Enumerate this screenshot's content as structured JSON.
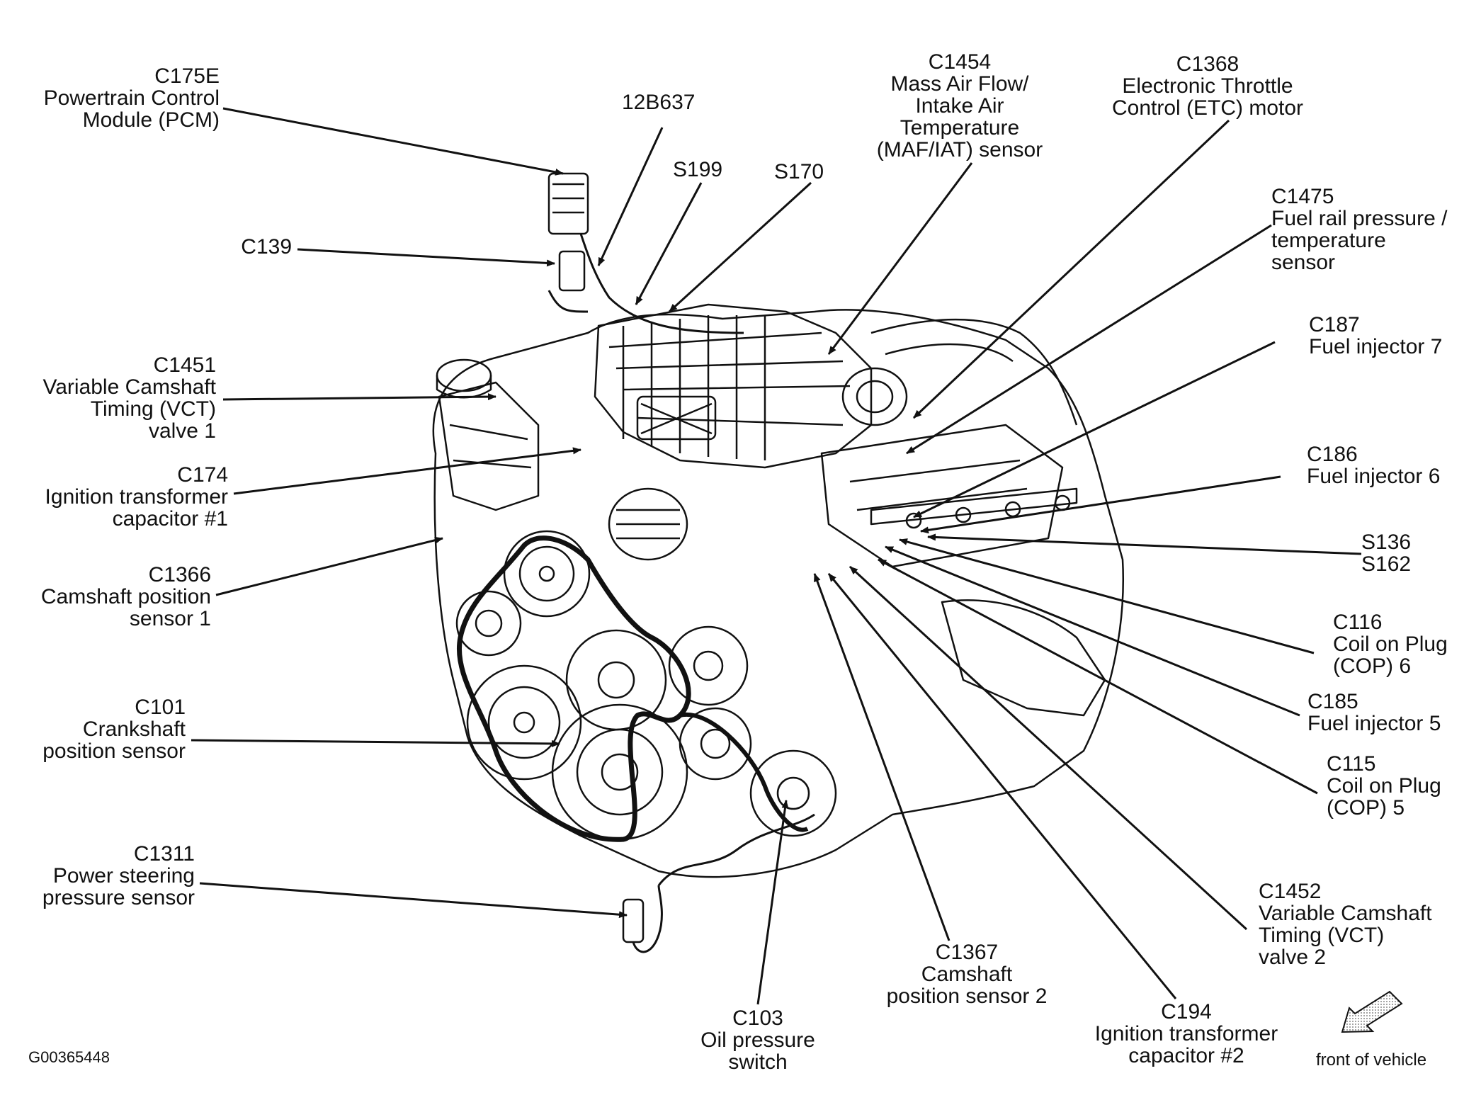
{
  "labels": {
    "c175e": [
      "C175E",
      "Powertrain Control",
      "Module (PCM)"
    ],
    "n12b637": [
      "12B637"
    ],
    "c139": [
      "C139"
    ],
    "s199": [
      "S199"
    ],
    "s170": [
      "S170"
    ],
    "c1454": [
      "C1454",
      "Mass Air Flow/",
      "Intake Air",
      "Temperature",
      "(MAF/IAT) sensor"
    ],
    "c1368": [
      "C1368",
      "Electronic Throttle",
      "Control (ETC) motor"
    ],
    "c1475": [
      "C1475",
      "Fuel rail pressure /",
      "temperature",
      "sensor"
    ],
    "c187": [
      "C187",
      "Fuel injector 7"
    ],
    "c186": [
      "C186",
      "Fuel injector 6"
    ],
    "s136": [
      "S136",
      "S162"
    ],
    "c116": [
      "C116",
      "Coil on Plug",
      "(COP) 6"
    ],
    "c185": [
      "C185",
      "Fuel injector 5"
    ],
    "c115": [
      "C115",
      "Coil on Plug",
      "(COP) 5"
    ],
    "c1452": [
      "C1452",
      "Variable Camshaft",
      "Timing (VCT)",
      "valve 2"
    ],
    "c194": [
      "C194",
      "Ignition transformer",
      "capacitor #2"
    ],
    "c1367": [
      "C1367",
      "Camshaft",
      "position sensor 2"
    ],
    "c103": [
      "C103",
      "Oil pressure",
      "switch"
    ],
    "c1311": [
      "C1311",
      "Power steering",
      "pressure sensor"
    ],
    "c101": [
      "C101",
      "Crankshaft",
      "position sensor"
    ],
    "c1366": [
      "C1366",
      "Camshaft position",
      "sensor 1"
    ],
    "c174": [
      "C174",
      "Ignition transformer",
      "capacitor #1"
    ],
    "c1451": [
      "C1451",
      "Variable Camshaft",
      "Timing (VCT)",
      "valve 1"
    ]
  },
  "figure_id": "G00365448",
  "orientation": "front of vehicle",
  "colors": {
    "ink": "#111111",
    "background": "#ffffff",
    "arrow_fill": "#bdbdbd"
  }
}
